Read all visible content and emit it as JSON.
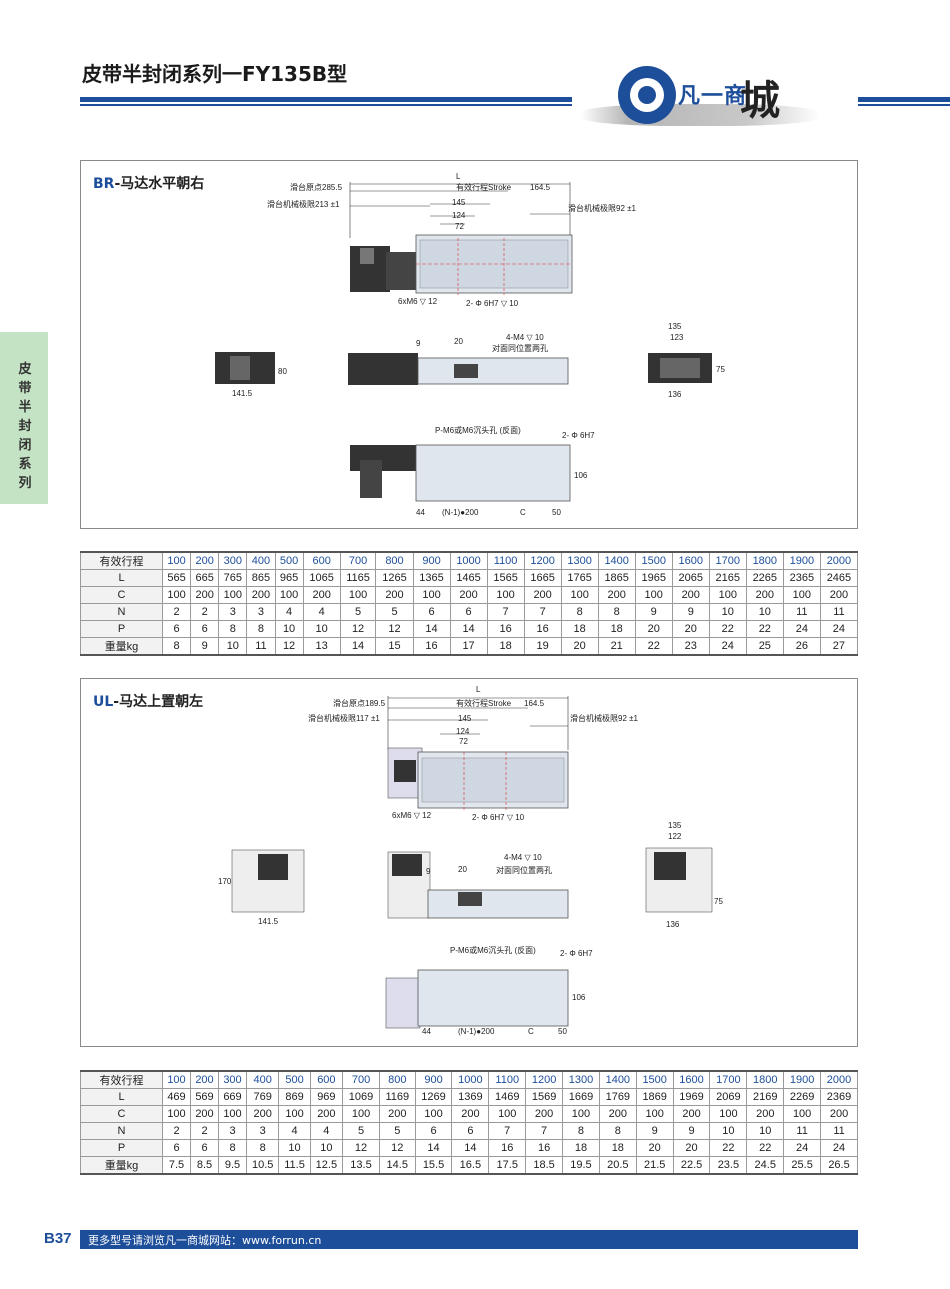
{
  "header": {
    "title": "皮带半封闭系列一FY135B型",
    "logo_text": "凡一商",
    "logo_brush": "城"
  },
  "side_tab": "皮带半封闭系列",
  "section1": {
    "code": "BR",
    "title": "-马达水平朝右",
    "dims": {
      "L": "L",
      "origin": "滑台原点285.5",
      "stroke": "有效行程Stroke",
      "right_len": "164.5",
      "left_limit": "滑台机械极限213 ±1",
      "d145": "145",
      "right_limit": "滑台机械极限92 ±1",
      "d124": "124",
      "d72": "72",
      "holes_6xm6": "6xM6 ▽ 12",
      "pin": "2- Φ 6H7 ▽ 10",
      "d9": "9",
      "d20": "20",
      "m4": "4-M4 ▽ 10",
      "m4_note": "对面同位置两孔",
      "d135": "135",
      "d123": "123",
      "d80": "80",
      "d1415": "141.5",
      "d75": "75",
      "d136": "136",
      "pm6": "P-M6或M6沉头孔 (反面)",
      "pin2": "2- Φ 6H7",
      "d106": "106",
      "d44": "44",
      "n200": "(N-1)●200",
      "c": "C",
      "d50": "50"
    }
  },
  "section2": {
    "code": "UL",
    "title": "-马达上置朝左",
    "dims": {
      "L": "L",
      "origin": "滑台原点189.5",
      "stroke": "有效行程Stroke",
      "right_len": "164.5",
      "left_limit": "滑台机械极限117 ±1",
      "d145": "145",
      "right_limit": "滑台机械极限92 ±1",
      "d124": "124",
      "d72": "72",
      "holes_6xm6": "6xM6 ▽ 12",
      "pin": "2- Φ 6H7 ▽ 10",
      "d9": "9",
      "d20": "20",
      "m4": "4-M4 ▽ 10",
      "m4_note": "对面同位置两孔",
      "d135": "135",
      "d122": "122",
      "d170": "170",
      "d1415": "141.5",
      "d75": "75",
      "d136": "136",
      "pm6": "P-M6或M6沉头孔 (反面)",
      "pin2": "2- Φ 6H7",
      "d106": "106",
      "d44": "44",
      "n200": "(N-1)●200",
      "c": "C",
      "d50": "50"
    }
  },
  "table1": {
    "rows": [
      {
        "label": "有效行程",
        "values": [
          "100",
          "200",
          "300",
          "400",
          "500",
          "600",
          "700",
          "800",
          "900",
          "1000",
          "1100",
          "1200",
          "1300",
          "1400",
          "1500",
          "1600",
          "1700",
          "1800",
          "1900",
          "2000"
        ]
      },
      {
        "label": "L",
        "values": [
          "565",
          "665",
          "765",
          "865",
          "965",
          "1065",
          "1165",
          "1265",
          "1365",
          "1465",
          "1565",
          "1665",
          "1765",
          "1865",
          "1965",
          "2065",
          "2165",
          "2265",
          "2365",
          "2465"
        ]
      },
      {
        "label": "C",
        "values": [
          "100",
          "200",
          "100",
          "200",
          "100",
          "200",
          "100",
          "200",
          "100",
          "200",
          "100",
          "200",
          "100",
          "200",
          "100",
          "200",
          "100",
          "200",
          "100",
          "200"
        ]
      },
      {
        "label": "N",
        "values": [
          "2",
          "2",
          "3",
          "3",
          "4",
          "4",
          "5",
          "5",
          "6",
          "6",
          "7",
          "7",
          "8",
          "8",
          "9",
          "9",
          "10",
          "10",
          "11",
          "11"
        ]
      },
      {
        "label": "P",
        "values": [
          "6",
          "6",
          "8",
          "8",
          "10",
          "10",
          "12",
          "12",
          "14",
          "14",
          "16",
          "16",
          "18",
          "18",
          "20",
          "20",
          "22",
          "22",
          "24",
          "24"
        ]
      },
      {
        "label": "重量kg",
        "values": [
          "8",
          "9",
          "10",
          "11",
          "12",
          "13",
          "14",
          "15",
          "16",
          "17",
          "18",
          "19",
          "20",
          "21",
          "22",
          "23",
          "24",
          "25",
          "26",
          "27"
        ]
      }
    ]
  },
  "table2": {
    "rows": [
      {
        "label": "有效行程",
        "values": [
          "100",
          "200",
          "300",
          "400",
          "500",
          "600",
          "700",
          "800",
          "900",
          "1000",
          "1100",
          "1200",
          "1300",
          "1400",
          "1500",
          "1600",
          "1700",
          "1800",
          "1900",
          "2000"
        ]
      },
      {
        "label": "L",
        "values": [
          "469",
          "569",
          "669",
          "769",
          "869",
          "969",
          "1069",
          "1169",
          "1269",
          "1369",
          "1469",
          "1569",
          "1669",
          "1769",
          "1869",
          "1969",
          "2069",
          "2169",
          "2269",
          "2369"
        ]
      },
      {
        "label": "C",
        "values": [
          "100",
          "200",
          "100",
          "200",
          "100",
          "200",
          "100",
          "200",
          "100",
          "200",
          "100",
          "200",
          "100",
          "200",
          "100",
          "200",
          "100",
          "200",
          "100",
          "200"
        ]
      },
      {
        "label": "N",
        "values": [
          "2",
          "2",
          "3",
          "3",
          "4",
          "4",
          "5",
          "5",
          "6",
          "6",
          "7",
          "7",
          "8",
          "8",
          "9",
          "9",
          "10",
          "10",
          "11",
          "11"
        ]
      },
      {
        "label": "P",
        "values": [
          "6",
          "6",
          "8",
          "8",
          "10",
          "10",
          "12",
          "12",
          "14",
          "14",
          "16",
          "16",
          "18",
          "18",
          "20",
          "20",
          "22",
          "22",
          "24",
          "24"
        ]
      },
      {
        "label": "重量kg",
        "values": [
          "7.5",
          "8.5",
          "9.5",
          "10.5",
          "11.5",
          "12.5",
          "13.5",
          "14.5",
          "15.5",
          "16.5",
          "17.5",
          "18.5",
          "19.5",
          "20.5",
          "21.5",
          "22.5",
          "23.5",
          "24.5",
          "25.5",
          "26.5"
        ]
      }
    ]
  },
  "footer": {
    "page": "B37",
    "text": "更多型号请浏览凡一商城网站：www.forrun.cn"
  },
  "colors": {
    "brand_blue": "#1d4e9a",
    "side_tab_green": "#c4e3c4"
  }
}
